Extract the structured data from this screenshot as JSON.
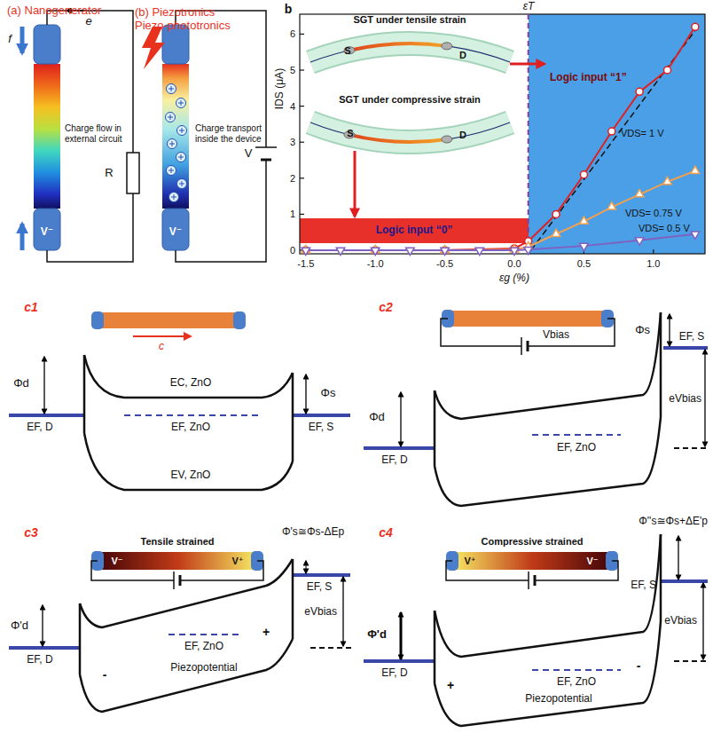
{
  "diagram": {
    "nodes": [
      {
        "text": [
          "Logic input “1”"
        ]
      },
      {
        "text": [
          "Logic input “0”"
        ]
      }
    ],
    "labels": [
      "(a) Nanogenerator",
      "(b) Piezotronics Piezo-phototronics",
      "e",
      "f",
      "Charge flow in external circuit",
      "R",
      "V⁻",
      "Charge transport inside the device",
      "V",
      "V⁻",
      "b",
      "εT",
      "SGT under tensile strain",
      "S",
      "D",
      "SGT under compressive strain",
      "S",
      "D",
      "VDS= 1 V",
      "VDS= 0.75 V",
      "VDS= 0.5 V",
      "IDS (μA)",
      "0",
      "1",
      "2",
      "3",
      "4",
      "5",
      "6",
      "-1.5",
      "-1.0",
      "-0.5",
      "0.0",
      "0.5",
      "1.0",
      "εg (%)",
      "c1",
      "c",
      "Φd",
      "Φs",
      "EC, ZnO",
      "EF, ZnO",
      "EV, ZnO",
      "EF, D",
      "EF, S",
      "c2",
      "Vbias",
      "Φs",
      "Φd",
      "eVbias",
      "EF, ZnO",
      "EF, D",
      "EF, S",
      "c3",
      "Tensile strained",
      "V⁻",
      "V⁺",
      "Φ'd",
      "Φ's≅Φs-ΔEp",
      "EF, S",
      "eVbias",
      "EF, ZnO",
      "EF, D",
      "Piezopotential",
      "-",
      "+",
      "c4",
      "Compressive strained",
      "V⁺",
      "V⁻",
      "Φ''s≅Φs+ΔE'p",
      "Φ'd",
      "EF, S",
      "eVbias",
      "EF, ZnO",
      "EF, D",
      "Piezopotential",
      "+",
      "-"
    ]
  }
}
